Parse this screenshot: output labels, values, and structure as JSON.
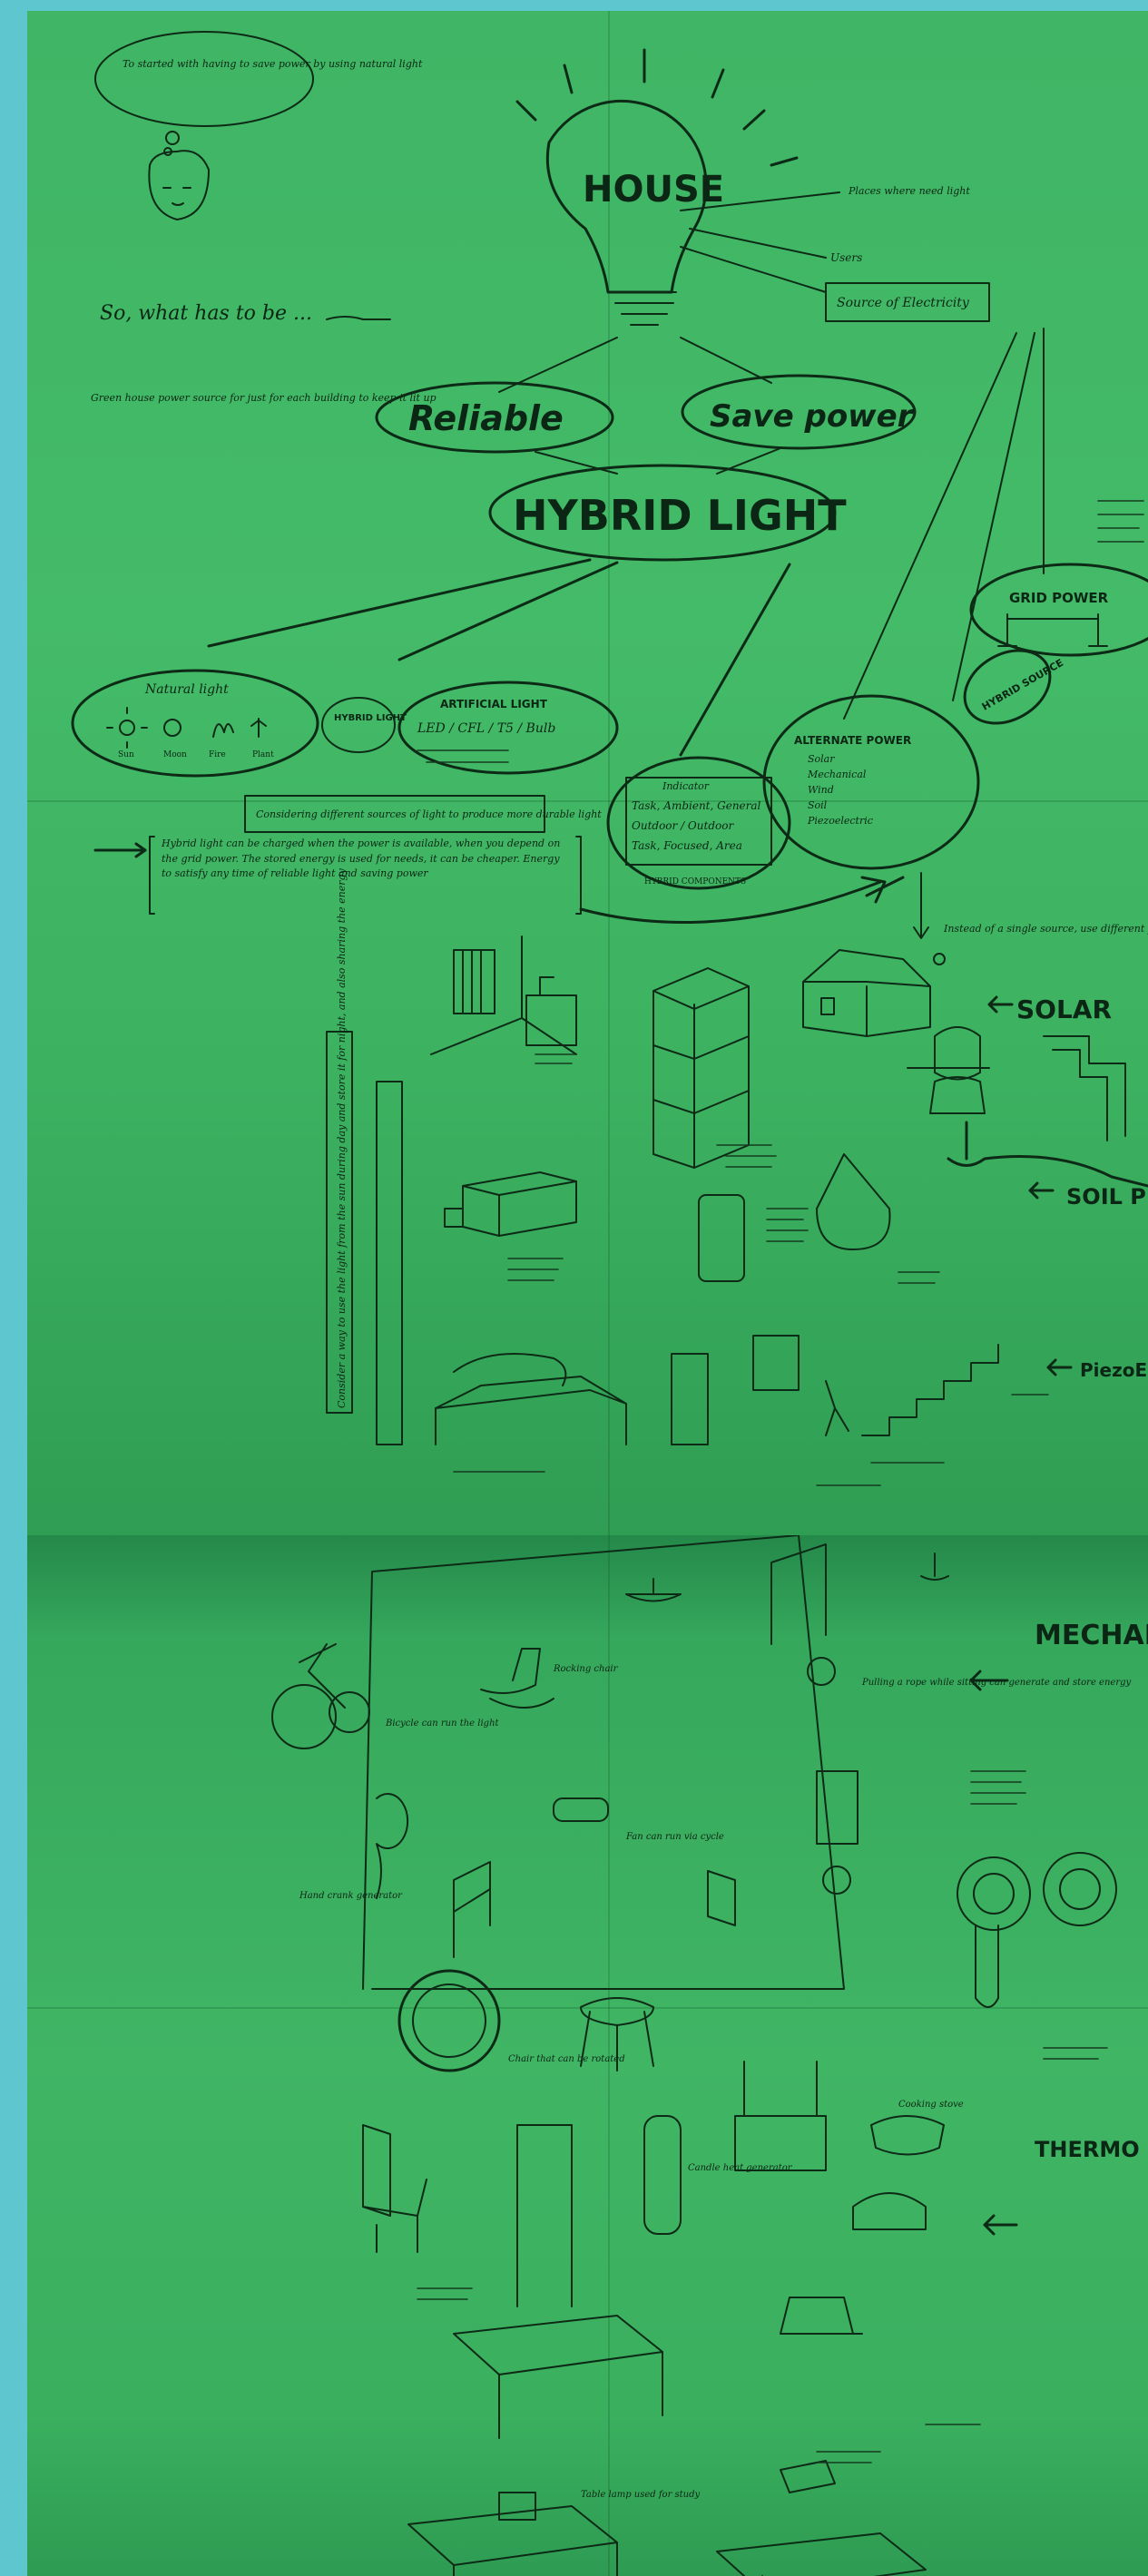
{
  "poster_top": {
    "thought_bubble_note": "To started with having to save power by using natural light",
    "question": "So, what has to be ...",
    "house_label": "HOUSE",
    "branch_note": "Places where need light",
    "users_label": "Users",
    "sources_box": "Source of Electricity",
    "reliable_label": "Reliable",
    "save_power_label": "Save power",
    "side_note": "Green house power source for just for each building to keep it lit up",
    "hybrid_light_label": "HYBRID LIGHT",
    "natural_light_label": "Natural light",
    "natural_items": [
      "Sun",
      "Moon",
      "Fire",
      "Plant"
    ],
    "hybrid_small_label": "HYBRID LIGHT",
    "artificial_light_label": "ARTIFICIAL LIGHT",
    "artificial_items": "LED / CFL / T5 / Bulb",
    "grid_power_label": "GRID POWER",
    "hybrid_source_label": "HYBRID SOURCE",
    "alternate_power_label": "ALTERNATE POWER",
    "alternate_items": [
      "Solar",
      "Mechanical",
      "Wind",
      "Soil",
      "Piezoelectric"
    ],
    "indicator_items": [
      "Indicator",
      "Task, Ambient, General",
      "Outdoor / Outdoor",
      "Task, Focused, Area"
    ],
    "hybrid_components_label": "HYBRID COMPONENTS",
    "considering_box": "Considering different sources of light to produce more durable light",
    "hybrid_note": "Hybrid light can be charged when the power is available, when you depend on the grid power. The stored energy is used for needs, it can be cheaper. Energy to satisfy any time of reliable light and saving power",
    "instead_note": "Instead of a single source, use different forms of power generation",
    "solar_label": "SOLAR",
    "soil_label": "SOIL PL..",
    "piezo_label": "PiezoElec..",
    "vertical_note": "Consider a way to use the light from the sun during day and store it for night, and also sharing the energy"
  },
  "poster_bottom": {
    "mechanical_label": "MECHANI..",
    "thermo_label": "THERMO ELECTRIC GENERA..",
    "note_pulley": "Pulling a rope while sitting can generate and store energy",
    "note_cycle": "Bicycle can run the light",
    "note_rocking": "Rocking chair",
    "note_fan": "Fan can run via cycle",
    "note_hand_crank": "Hand crank generator",
    "note_chair": "Chair that can be rotated",
    "note_candle": "Candle heat generator",
    "note_stove": "Cooking stove",
    "note_desk": "Table lamp used for study"
  },
  "colors": {
    "background": "#5ec6cf",
    "paper": "#40b564",
    "ink": "#0d2a16"
  }
}
